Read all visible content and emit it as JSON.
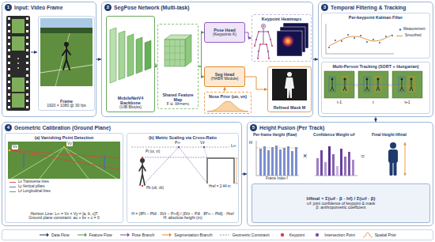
{
  "diagram": {
    "nodes": [
      {
        "text": [
          "1",
          "Input: Video Frame"
        ]
      },
      {
        "text": [
          "Frame",
          "1920 × 1080 @ 30 fps"
        ],
        "in": 0
      },
      {
        "text": [
          "2",
          "SegPose Network (Multi-task)"
        ]
      },
      {
        "text": [
          "MobileNetV4 Backbone",
          "(UIB Blocks)"
        ],
        "in": 2
      },
      {
        "text": [
          "Shared Feature Map",
          "F ∈ ℝh×w×c"
        ],
        "in": 2
      },
      {
        "text": [
          "Pose Head",
          "(Keypoints K)"
        ],
        "in": 2
      },
      {
        "text": [
          "Keypoint Heatmaps"
        ],
        "in": 2
      },
      {
        "text": [
          "Seg Head",
          "(HABR Module)"
        ],
        "in": 2
      },
      {
        "text": [
          "Nose Prior (un, vn)"
        ],
        "in": 2
      },
      {
        "text": [
          "Refined Mask M"
        ],
        "in": 2
      },
      {
        "text": [
          "3",
          "Temporal Filtering & Tracking"
        ]
      },
      {
        "text": [
          "Per-keypoint Kalman Filter"
        ],
        "in": 10
      },
      {
        "text": [
          "Multi-Person Tracking (SORT + Hungarian)"
        ],
        "in": 10
      },
      {
        "text": [
          "4",
          "Geometric Calibration (Ground Plane)"
        ]
      },
      {
        "text": [
          "(a) Vanishing Point Detection",
          "Horizon Line: L∞ = Vx × Vy = [a, b, c]T",
          "Ground plane constraint: au + bv + c = 0"
        ],
        "in": 13
      },
      {
        "text": [
          "(b) Metric Scaling via Cross-Ratio",
          "H = (‖Pt − Pb‖ · ‖Vz − P∞‖) / (‖Vz − Pt‖ · ‖P∞ − Pb‖) · Href",
          "H: absolute height (m)"
        ],
        "in": 13
      },
      {
        "text": [
          "5",
          "Height Fusion (Per Track)"
        ]
      },
      {
        "text": [
          "Hfinal = Σ(ωf · β · hf) / Σ(ωf · β)",
          "ωf: joint confidence of keypoint & mask",
          "β: anthropometric coefficient"
        ],
        "in": 16
      }
    ],
    "edges": [
      {
        "from": 0,
        "to": 2,
        "arrow": "to"
      },
      {
        "from": 2,
        "to": 10,
        "arrow": "to"
      },
      {
        "from": 3,
        "to": 4,
        "arrow": "to"
      },
      {
        "from": 4,
        "to": 5,
        "arrow": "to"
      },
      {
        "from": 4,
        "to": 7,
        "arrow": "to"
      },
      {
        "from": 5,
        "to": 6,
        "arrow": "to"
      },
      {
        "from": 7,
        "to": 9,
        "arrow": "to"
      },
      {
        "from": 8,
        "to": 7,
        "arrow": "to"
      },
      {
        "from": 10,
        "to": 16,
        "arrow": "to"
      },
      {
        "from": 13,
        "to": 16,
        "arrow": "to"
      }
    ],
    "labels": [
      "Measurement",
      "Smoothed",
      "t-1",
      "t",
      "t+1",
      "Vy",
      "Vx",
      "Lx Transverse lines",
      "Ly Vertical pillars",
      "Lz Longitudinal lines",
      "Pt (ut, vt)",
      "Pb (ub, vb)",
      "P∞",
      "Vz",
      "L∞",
      "Href = 2.44 m",
      "Per-frame Height (Raw)",
      "hf",
      "Frame Index f",
      "×",
      "Confidence Weight ωf",
      "=",
      "Final Height Hfinal"
    ],
    "legend": [
      {
        "text": "Data Flow"
      },
      {
        "text": "Feature Flow"
      },
      {
        "text": "Pose Branch"
      },
      {
        "text": "Segmentation Branch"
      },
      {
        "text": "Geometric Constraint"
      },
      {
        "text": "Keypoint"
      },
      {
        "text": "Intersection Point"
      },
      {
        "text": "Spatial Prior"
      }
    ]
  }
}
